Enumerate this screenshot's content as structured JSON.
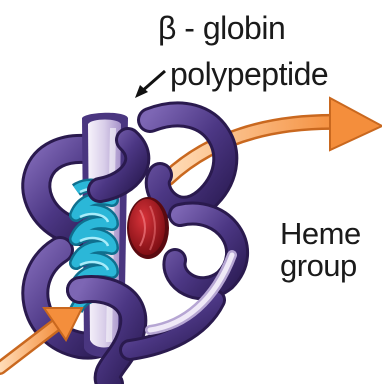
{
  "labels": {
    "beta_globin": "β - globin",
    "polypeptide": "polypeptide",
    "heme": "Heme",
    "group": "group"
  },
  "colors": {
    "protein_dark": "#3d2a6e",
    "protein_mid": "#6c56a0",
    "protein_light": "#ebe4f4",
    "helix": "#2bb7d8",
    "heme": "#a8141c",
    "arrow": "#f7a35c",
    "text": "#1a1a1a"
  },
  "icons": {
    "pointer": "pointer-arrow-icon",
    "heme_arrow": "heme-arrow-icon"
  }
}
